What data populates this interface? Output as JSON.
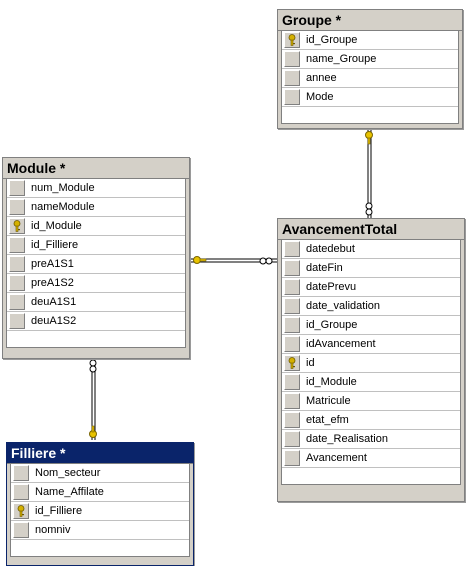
{
  "tables": {
    "groupe": {
      "title": "Groupe *",
      "columns": [
        "id_Groupe",
        "name_Groupe",
        "annee",
        "Mode"
      ],
      "key_column": "id_Groupe"
    },
    "module": {
      "title": "Module *",
      "columns": [
        "num_Module",
        "nameModule",
        "id_Module",
        "id_Filliere",
        "preA1S1",
        "preA1S2",
        "deuA1S1",
        "deuA1S2"
      ],
      "key_column": "id_Module"
    },
    "avancement": {
      "title": "AvancementTotal",
      "columns": [
        "datedebut",
        "dateFin",
        "datePrevu",
        "date_validation",
        "id_Groupe",
        "idAvancement",
        "id",
        "id_Module",
        "Matricule",
        "etat_efm",
        "date_Realisation",
        "Avancement"
      ],
      "key_column": "id"
    },
    "filliere": {
      "title": "Filliere *",
      "columns": [
        "Nom_secteur",
        "Name_Affilate",
        "id_Filliere",
        "nomniv"
      ],
      "key_column": "id_Filliere"
    }
  },
  "icons": {
    "key": "key-icon",
    "relation_end_one": "key-icon",
    "relation_end_many": "infinity-icon"
  },
  "colors": {
    "key": "#d4b000",
    "selected_title": "#0a246a"
  }
}
